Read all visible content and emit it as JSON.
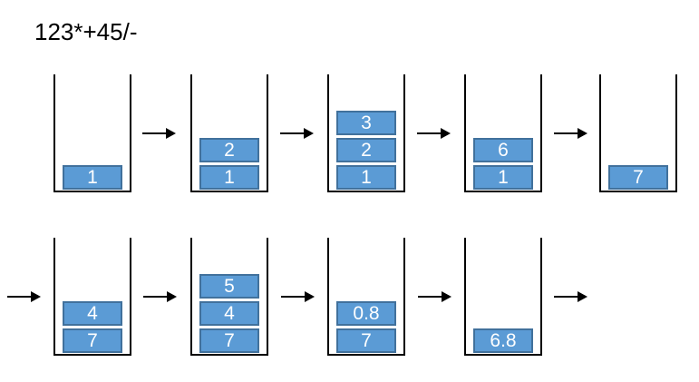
{
  "title": "123*+45/-",
  "diagram": {
    "cell_fill_color": "#5B9BD5",
    "cell_border_color": "#41719C",
    "cell_text_color": "#FFFFFF",
    "arrow_color": "#000000",
    "container_color": "#000000",
    "rows": [
      {
        "leading_arrow": false,
        "stacks": [
          {
            "cells": [
              "1"
            ]
          },
          {
            "cells": [
              "1",
              "2"
            ]
          },
          {
            "cells": [
              "1",
              "2",
              "3"
            ]
          },
          {
            "cells": [
              "1",
              "6"
            ]
          },
          {
            "cells": [
              "7"
            ]
          }
        ]
      },
      {
        "leading_arrow": true,
        "stacks": [
          {
            "cells": [
              "7",
              "4"
            ]
          },
          {
            "cells": [
              "7",
              "4",
              "5"
            ]
          },
          {
            "cells": [
              "7",
              "0.8"
            ]
          },
          {
            "cells": [
              "6.8"
            ]
          }
        ]
      }
    ]
  }
}
